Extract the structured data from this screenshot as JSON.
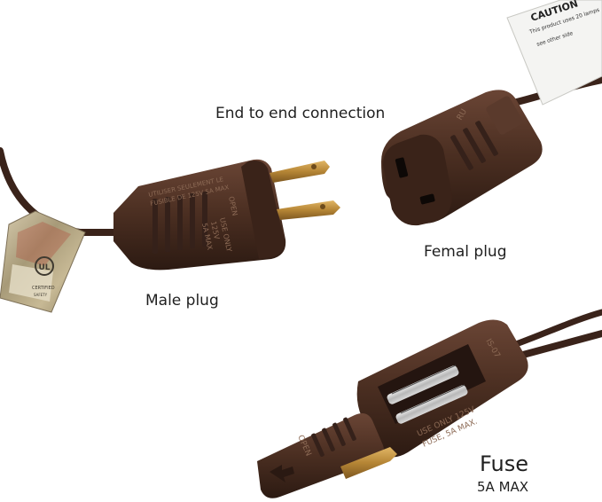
{
  "captions": {
    "end_to_end": "End to end connection",
    "female_plug": "Femal plug",
    "male_plug": "Male plug",
    "fuse": "Fuse",
    "fuse_rating": "5A MAX"
  },
  "molded_text": {
    "male_side_1": "UTILISER SEULEMENT LE",
    "male_side_2": "FUSIBLE DE 125V 5A MAX",
    "male_front_1": "USE ONLY",
    "male_front_2": "125V",
    "male_front_3": "5A MAX",
    "male_open": "OPEN",
    "fuse_top_1": "USE ONLY 125V",
    "fuse_top_2": "FUSE, 5A MAX.",
    "fuse_model": "IS-07",
    "fuse_open": "OPEN",
    "female_mark": "RU"
  },
  "tags": {
    "caution_line_1": "CAUTION",
    "caution_line_2": "This product uses 20 lamps",
    "caution_line_3": "see other side",
    "ul_mark": "UL",
    "ul_certified": "CERTIFIED",
    "ul_safety": "SAFETY"
  },
  "colors": {
    "plastic": "#4a2e21",
    "plastic_dark": "#2f1c13",
    "plastic_light": "#654233",
    "brass": "#b98a3a",
    "cord": "#3a231a"
  }
}
